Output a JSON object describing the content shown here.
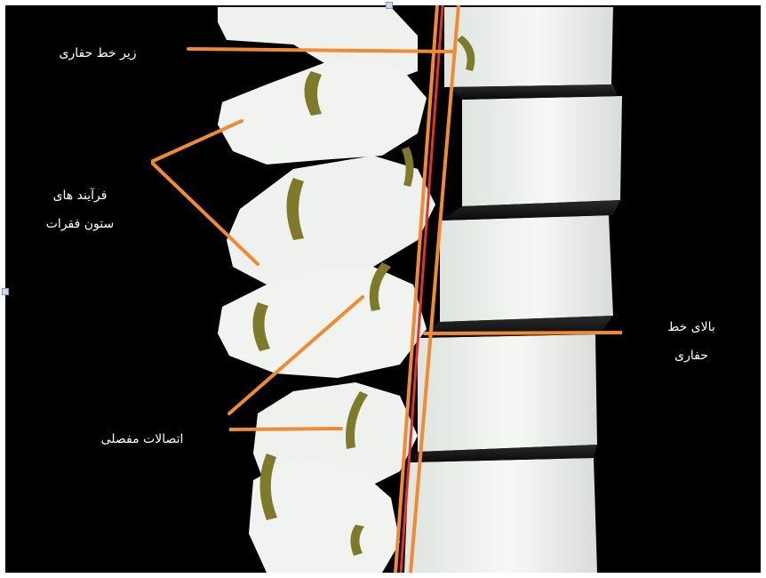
{
  "labels": {
    "below_line": "زیر خط حفاری",
    "processes_line1": "فرآیند های",
    "processes_line2": "ستون فقرات",
    "above_line1": "بالای خط",
    "above_line2": "حفاری",
    "facet_joints": "اتصالات مفصلی"
  },
  "colors": {
    "background": "#000000",
    "bone": "#f2f4f2",
    "cartilage": "#7d7a2a",
    "line": "#f08a33",
    "line_red": "#e0342a",
    "label_text": "#ffffff"
  }
}
